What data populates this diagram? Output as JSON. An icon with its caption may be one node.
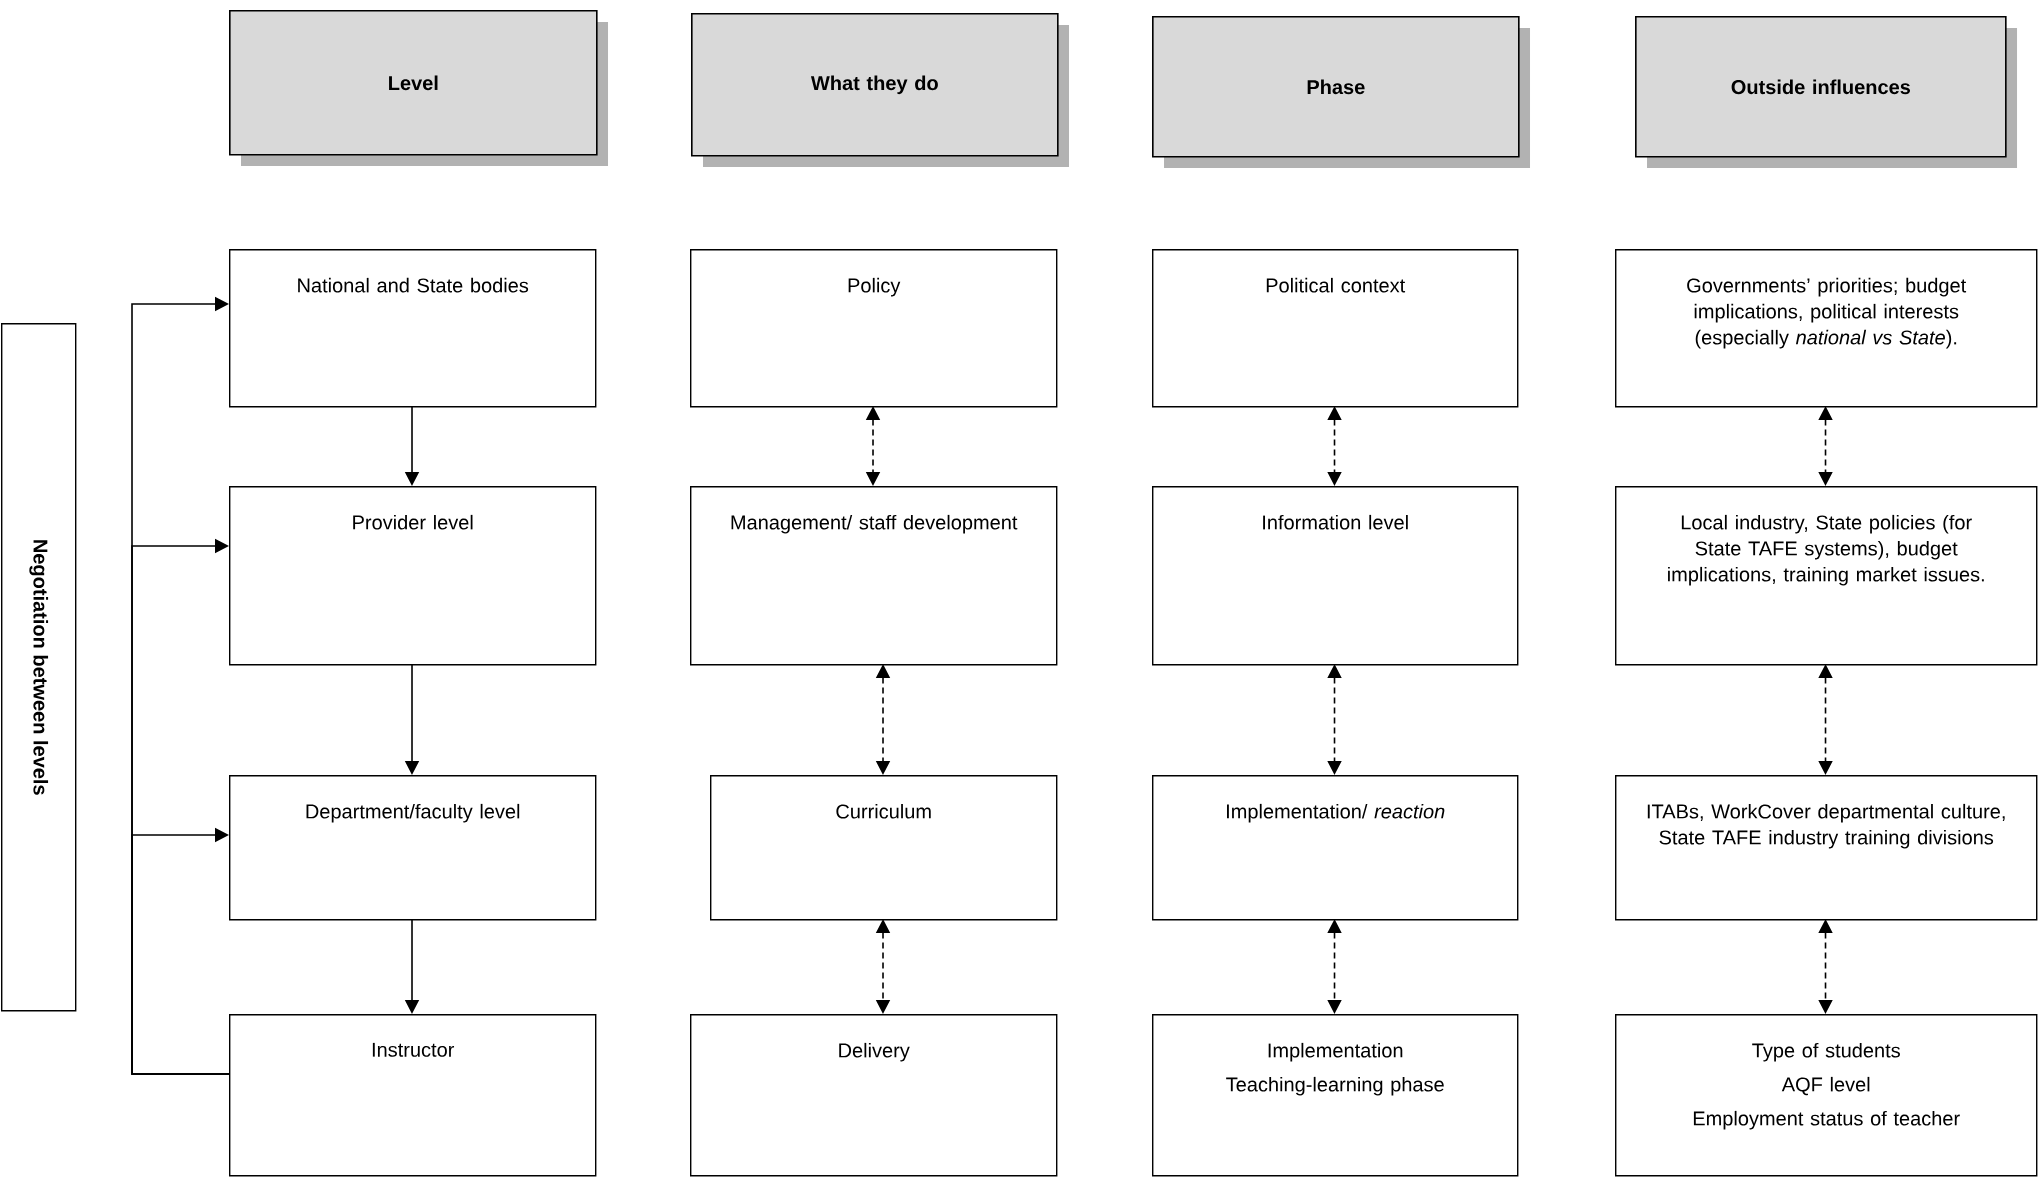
{
  "diagram": {
    "nodes": [
      {
        "text": [
          "Level"
        ]
      },
      {
        "text": [
          "What they do"
        ]
      },
      {
        "text": [
          "Phase"
        ]
      },
      {
        "text": [
          "Outside influences"
        ]
      },
      {
        "text": [
          "Negotiation between levels"
        ]
      },
      {
        "text": [
          "National and State bodies"
        ]
      },
      {
        "text": [
          "Provider level"
        ]
      },
      {
        "text": [
          "Department/faculty level"
        ]
      },
      {
        "text": [
          "Instructor"
        ]
      },
      {
        "text": [
          "Policy"
        ]
      },
      {
        "text": [
          "Management/ staff development"
        ]
      },
      {
        "text": [
          "Curriculum"
        ]
      },
      {
        "text": [
          "Delivery"
        ]
      },
      {
        "text": [
          "Political context"
        ]
      },
      {
        "text": [
          "Information level"
        ]
      },
      {
        "text": [
          "Implementation/ *reaction*"
        ]
      },
      {
        "text": [
          "Implementation",
          "Teaching-learning phase"
        ]
      },
      {
        "text": [
          "Governments’ priorities; budget implications, political interests (especially *national vs State*)."
        ]
      },
      {
        "text": [
          "Local industry, State policies (for State TAFE systems), budget implications, training market issues."
        ]
      },
      {
        "text": [
          "ITABs, WorkCover departmental culture, State TAFE industry training divisions"
        ]
      },
      {
        "text": [
          "Type of students",
          "AQF level",
          "Employment status of teacher"
        ]
      }
    ],
    "edges": [
      {
        "from": 5,
        "to": 6,
        "arrow": "to"
      },
      {
        "from": 6,
        "to": 7,
        "arrow": "to"
      },
      {
        "from": 7,
        "to": 8,
        "arrow": "to"
      },
      {
        "from": 8,
        "to": 5,
        "arrow": "to"
      },
      {
        "from": 8,
        "to": 6,
        "arrow": "to"
      },
      {
        "from": 8,
        "to": 7,
        "arrow": "to"
      },
      {
        "from": 9,
        "to": 10,
        "arrow": "both",
        "style": "dashed"
      },
      {
        "from": 10,
        "to": 11,
        "arrow": "both",
        "style": "dashed"
      },
      {
        "from": 11,
        "to": 12,
        "arrow": "both",
        "style": "dashed"
      },
      {
        "from": 13,
        "to": 14,
        "arrow": "both",
        "style": "dashed"
      },
      {
        "from": 14,
        "to": 15,
        "arrow": "both",
        "style": "dashed"
      },
      {
        "from": 15,
        "to": 16,
        "arrow": "both",
        "style": "dashed"
      },
      {
        "from": 17,
        "to": 18,
        "arrow": "both",
        "style": "dashed"
      },
      {
        "from": 18,
        "to": 19,
        "arrow": "both",
        "style": "dashed"
      },
      {
        "from": 19,
        "to": 20,
        "arrow": "both",
        "style": "dashed"
      }
    ]
  }
}
